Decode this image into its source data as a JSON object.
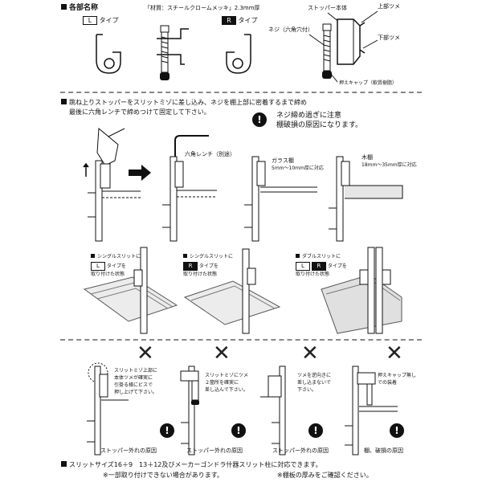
{
  "sec1": {
    "heading": "各部名称",
    "material": "「材質：スチールクロームメッキ」2.3mm厚",
    "l_tag": "L",
    "r_tag": "R",
    "type_label": "タイプ",
    "stopper_body": "ストッパー本体",
    "upper_claw": "上部ツメ",
    "screw": "ネジ（六角穴付）",
    "lower_claw": "下部ツメ",
    "cap": "押えキャップ（軟質樹脂）"
  },
  "sec2": {
    "line1": "跳ね上りストッパーをスリットミゾに差し込み、ネジを棚上部に密着するまで締め",
    "line2": "最後に六角レンチで締めつけて固定して下さい。",
    "warn1": "ネジ締め過ぎに注意",
    "warn2": "棚破損の原因になります。",
    "hex_wrench": "六角レンチ（別途）",
    "glass": "ガラス棚",
    "glass_size": "5mm～10mm厚に対応",
    "wood": "木棚",
    "wood_size": "18mm～35mm厚に対応",
    "single_l_1": "シングルスリットに",
    "single_l_tag": "L",
    "single_l_2": "タイプを",
    "single_l_3": "取り付けた状態",
    "single_r_1": "シングルスリットに",
    "single_r_tag": "R",
    "single_r_2": "タイプを",
    "single_r_3": "取り付けた状態",
    "double_1": "ダブルスリットに",
    "double_tag_l": "L",
    "double_tag_r": "R",
    "double_2": "タイプを",
    "double_3": "取り付けた状態"
  },
  "sec3": {
    "x_mark": "✕",
    "warn_mark": "!",
    "c1_l1": "スリットミゾ上部に",
    "c1_l2": "本体ツメが確実に",
    "c1_l3": "引掛る様にビスで",
    "c1_l4": "押し上げて下さい。",
    "c2_l1": "スリットミゾにツメ",
    "c2_l2": "２箇所を確実に",
    "c2_l3": "差し込んで下さい。",
    "c3_l1": "ツメを逆向きに",
    "c3_l2": "差し込まないで",
    "c3_l3": "下さい。",
    "c4_l1": "押えキャップ無し",
    "c4_l2": "での装着",
    "cause1": "ストッパー外れの原因",
    "cause2": "ストッパー外れの原因",
    "cause3": "ストッパー外れの原因",
    "cause4": "棚、破損の原因"
  },
  "footer": {
    "line1": "スリットサイズ16＋9　13＋12及びメーカーゴンドラ什器スリット柱に対応できます。",
    "line2a": "※一部取り付けできない場合があります。",
    "line2b": "※棚板の厚みをご確認ください。"
  }
}
